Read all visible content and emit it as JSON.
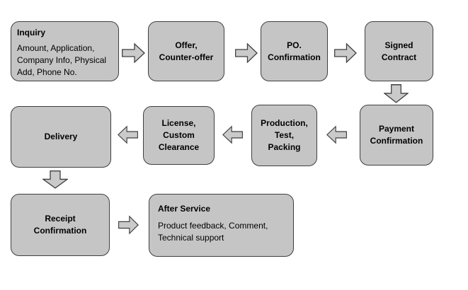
{
  "style": {
    "background": "#ffffff",
    "box_fill": "#c5c5c5",
    "box_border": "#3f3f3f",
    "arrow_fill": "#cacaca",
    "arrow_border": "#3f3f3f",
    "text": "#000000"
  },
  "nodes": {
    "inquiry": {
      "title": "Inquiry",
      "body": "Amount, Application,\nCompany Info, Physical\nAdd, Phone No."
    },
    "offer": {
      "label": "Offer,\nCounter-offer"
    },
    "po": {
      "label": "PO.\nConfirmation"
    },
    "signed": {
      "label": "Signed\nContract"
    },
    "payment": {
      "label": "Payment\nConfirmation"
    },
    "production": {
      "label": "Production,\nTest,\nPacking"
    },
    "license": {
      "label": "License,\nCustom\nClearance"
    },
    "delivery": {
      "label": "Delivery"
    },
    "receipt": {
      "label": "Receipt\nConfirmation"
    },
    "after_service": {
      "title": "After Service",
      "body": "Product feedback, Comment,\nTechnical support"
    }
  }
}
